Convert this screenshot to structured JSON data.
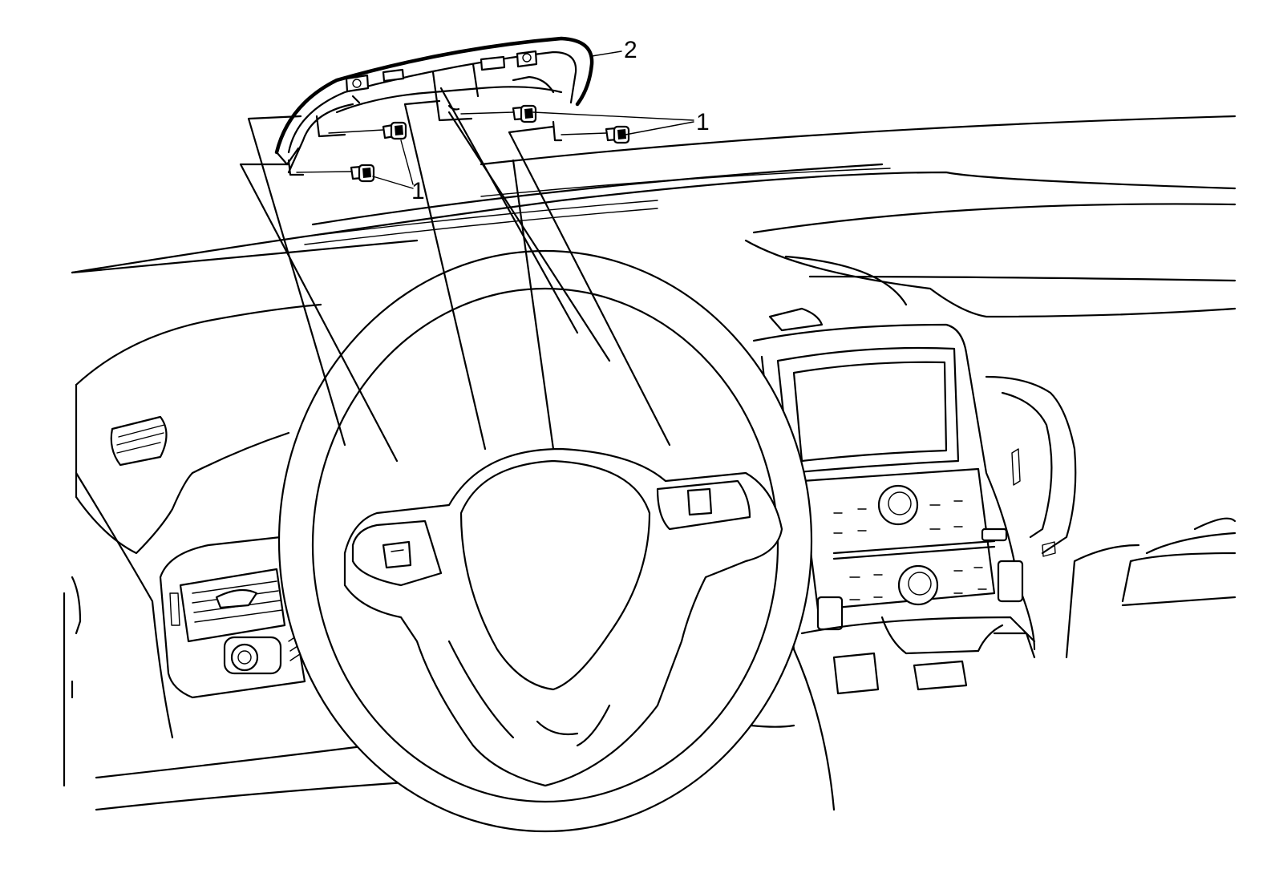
{
  "callouts": [
    {
      "id": "c1a",
      "label": "1"
    },
    {
      "id": "c1b",
      "label": "1"
    },
    {
      "id": "c2",
      "label": "2"
    }
  ],
  "colors": {
    "line": "#000000",
    "background": "#ffffff"
  },
  "icons": [
    "bolt-icon",
    "steering-wheel-icon",
    "display-screen-icon",
    "air-vent-icon",
    "knob-icon"
  ]
}
